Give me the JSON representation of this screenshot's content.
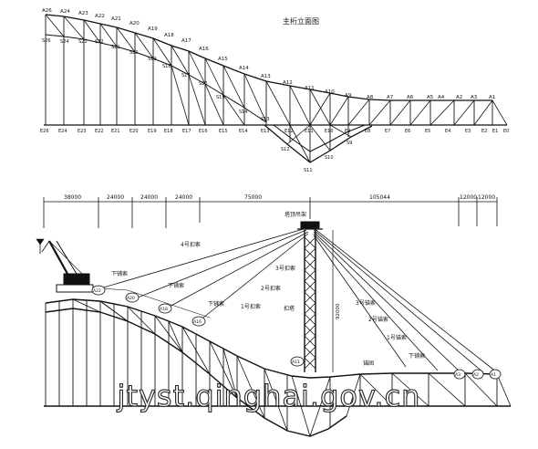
{
  "elevation": {
    "title": "主桁立面图",
    "top_labels": [
      "A26",
      "A24",
      "A23",
      "A22",
      "A21",
      "A20",
      "A19",
      "A18",
      "A17",
      "A16",
      "A15",
      "A14",
      "A13",
      "A12",
      "A11",
      "A10",
      "A9",
      "A8",
      "A7",
      "A6",
      "A5",
      "A4",
      "A3",
      "A2",
      "A1"
    ],
    "upper_chord_labels": [
      "S26",
      "S24",
      "S23",
      "S22",
      "S21",
      "S20",
      "S19",
      "S18",
      "S17",
      "S16",
      "S15",
      "S14",
      "S13"
    ],
    "bottom_labels": [
      "E26",
      "E24",
      "E23",
      "E22",
      "E21",
      "E20",
      "E19",
      "E18",
      "E17",
      "E16",
      "E15",
      "E14",
      "E13",
      "E12",
      "E11",
      "E10",
      "E9",
      "E8",
      "E7",
      "E6",
      "E5",
      "E4",
      "E3",
      "E2",
      "E1",
      "E0"
    ],
    "arch_labels": [
      "S12",
      "S11",
      "S10",
      "S9"
    ]
  },
  "erection": {
    "dimensions": [
      "38000",
      "24000",
      "24000",
      "24000",
      "75000",
      "105044",
      "12000",
      "12000"
    ],
    "tower_head_label": "塔顶吊架",
    "tower_label": "扣塔",
    "tower_height": "92000",
    "back_cable_label": "4号扣索",
    "left_cables": [
      "3号扣索",
      "2号扣索",
      "1号扣索"
    ],
    "right_cables": [
      "3号锚索",
      "2号锚索",
      "1号锚索"
    ],
    "chord_labels_left": [
      "下铺索",
      "下铺索",
      "下铺索"
    ],
    "anchor_label": "锚固",
    "right_low_label": "下铺索",
    "node_tags": [
      "A22",
      "A20",
      "A18",
      "A16",
      "A11",
      "A3",
      "A2",
      "A1"
    ]
  },
  "watermark": "jtyst.qinghai.gov.cn"
}
